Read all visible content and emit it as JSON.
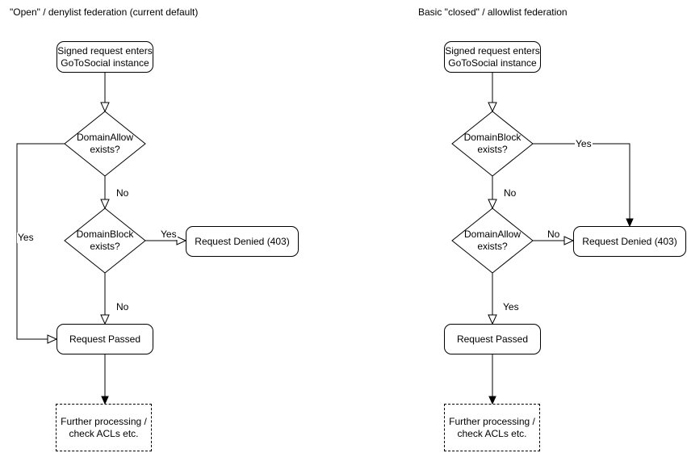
{
  "page": {
    "background": "#ffffff"
  },
  "colors": {
    "stroke": "#000000",
    "node_fill": "#ffffff",
    "text": "#000000",
    "solid_arrow": "#000000"
  },
  "left_chart": {
    "title": "\"Open\" / denylist federation (current default)",
    "nodes": {
      "start": "Signed request enters\nGoToSocial instance",
      "decision1": "DomainAllow\nexists?",
      "decision2": "DomainBlock\nexists?",
      "denied": "Request Denied (403)",
      "passed": "Request Passed",
      "further": "Further processing /\ncheck ACLs etc."
    },
    "edge_labels": {
      "decision1_yes": "Yes",
      "decision1_no": "No",
      "decision2_yes": "Yes",
      "decision2_no": "No"
    }
  },
  "right_chart": {
    "title": "Basic \"closed\" / allowlist federation",
    "nodes": {
      "start": "Signed request enters\nGoToSocial instance",
      "decision1": "DomainBlock\nexists?",
      "decision2": "DomainAllow\nexists?",
      "denied": "Request Denied (403)",
      "passed": "Request Passed",
      "further": "Further processing /\ncheck ACLs etc."
    },
    "edge_labels": {
      "decision1_yes": "Yes",
      "decision1_no": "No",
      "decision2_no": "No",
      "decision2_yes": "Yes"
    }
  }
}
